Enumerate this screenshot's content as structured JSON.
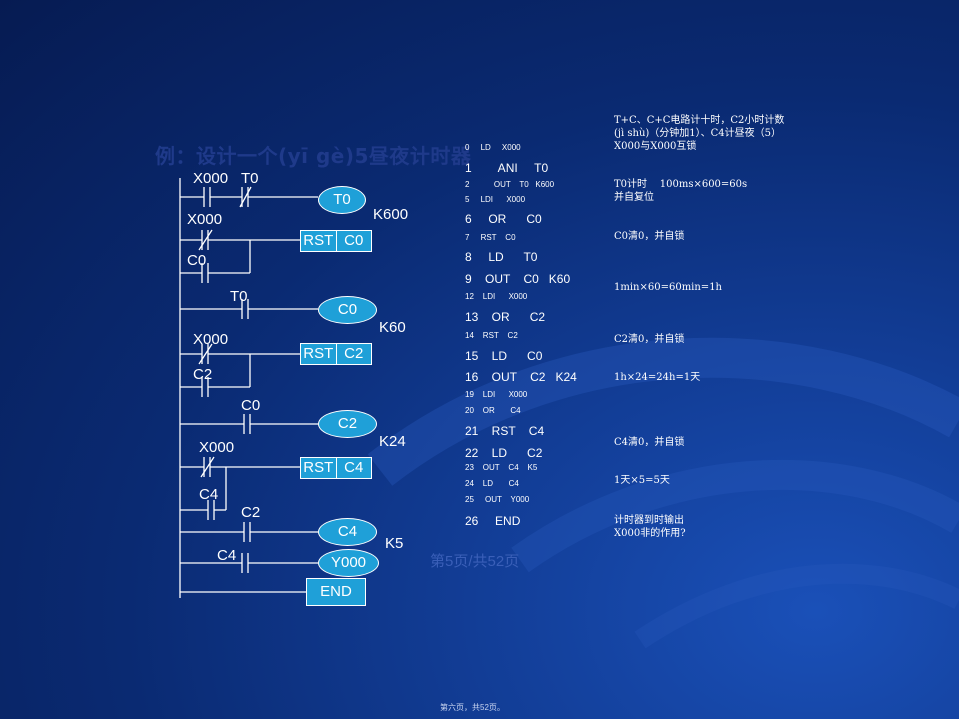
{
  "title": "例：设计一个(yī gè)5昼夜计时器",
  "ladder": {
    "contacts": {
      "x000_r1": "X000",
      "t0_r1": "T0",
      "x000_r2": "X000",
      "c0_r2": "C0",
      "t0_r3": "T0",
      "x000_r4": "X000",
      "c2_r4": "C2",
      "c0_r5": "C0",
      "x000_r6": "X000",
      "c4_r6": "C4",
      "c2_r7": "C2",
      "c4_r8": "C4"
    },
    "coils": {
      "t0": "T0",
      "t0_k": "K600",
      "rst1_a": "RST",
      "rst1_b": "C0",
      "c0": "C0",
      "c0_k": "K60",
      "rst2_a": "RST",
      "rst2_b": "C2",
      "c2": "C2",
      "c2_k": "K24",
      "rst3_a": "RST",
      "rst3_b": "C4",
      "c4": "C4",
      "c4_k": "K5",
      "y000": "Y000",
      "end": "END"
    }
  },
  "program": [
    {
      "text": "0     LD     X000",
      "size": "s"
    },
    {
      "text": "1        ANI     T0",
      "size": "l"
    },
    {
      "text": "2           OUT    T0   K600",
      "size": "s"
    },
    {
      "text": "5     LDI      X000",
      "size": "s"
    },
    {
      "text": "6     OR      C0",
      "size": "l"
    },
    {
      "text": "7     RST    C0",
      "size": "s"
    },
    {
      "text": "8     LD      T0",
      "size": "l"
    },
    {
      "text": "9    OUT    C0   K60",
      "size": "l"
    },
    {
      "text": "12    LDI      X000",
      "size": "s"
    },
    {
      "text": "13    OR      C2",
      "size": "l"
    },
    {
      "text": "14    RST    C2",
      "size": "s"
    },
    {
      "text": "15    LD      C0",
      "size": "l"
    },
    {
      "text": "16    OUT    C2   K24",
      "size": "l"
    },
    {
      "text": "19    LDI      X000",
      "size": "s"
    },
    {
      "text": "20    OR       C4",
      "size": "s"
    },
    {
      "text": "21    RST    C4",
      "size": "l"
    },
    {
      "text": "22    LD      C2",
      "size": "l"
    },
    {
      "text": "23    OUT    C4    K5",
      "size": "s"
    },
    {
      "text": "24    LD       C4",
      "size": "s"
    },
    {
      "text": "25     OUT    Y000",
      "size": "s"
    },
    {
      "text": "26     END",
      "size": "l"
    }
  ],
  "notes": [
    "T+C、C+C电路计十时，C2小时计数\n(jì shù)（分钟加1）、C4计昼夜（5）\nX000与X000互锁",
    "T0计时    100ms×600=60s\n并自复位",
    "C0清0，并自锁",
    "1min×60=60min=1h",
    "C2清0，并自锁",
    "1h×24=24h=1天",
    "C4清0，并自锁",
    "1天×5=5天",
    "计时器到时输出\nX000非的作用?"
  ],
  "footer": {
    "page": "第5页/共52页",
    "bottom": "第六页，共52页。"
  },
  "colors": {
    "accent": "#1fa0d8",
    "title": "#1f3a8a",
    "background": "#0a2a72"
  }
}
